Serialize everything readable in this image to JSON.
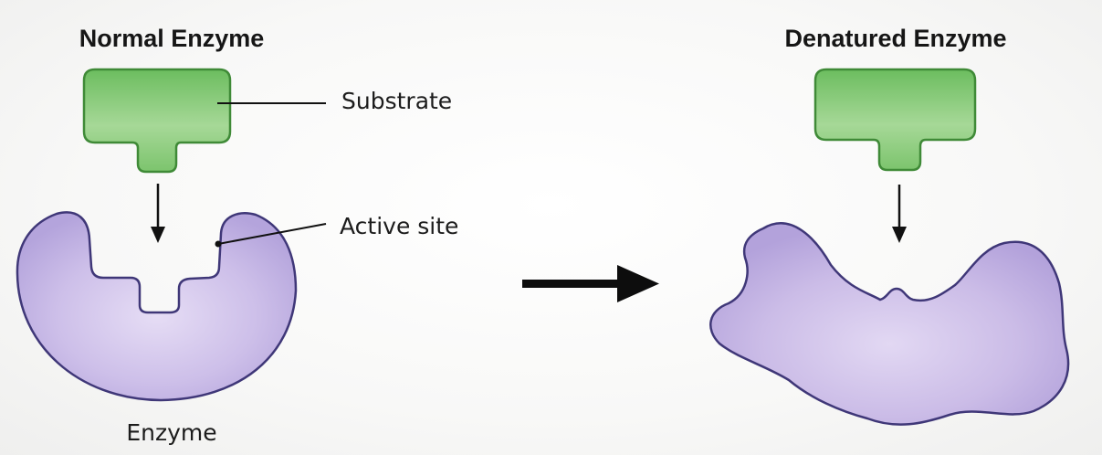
{
  "left_panel": {
    "title": "Normal Enzyme",
    "substrate_label": "Substrate",
    "active_site_label": "Active site",
    "enzyme_label": "Enzyme"
  },
  "right_panel": {
    "title": "Denatured Enzyme"
  },
  "colors": {
    "substrate_fill": "#8fcf7f",
    "substrate_stroke": "#3f8a37",
    "enzyme_fill": "#cdbfe8",
    "enzyme_stroke": "#3f3778",
    "arrow": "#0d0d0d",
    "text": "#161616"
  },
  "icons": {
    "transition_arrow": "arrow-right-icon",
    "binding_arrows": "arrow-down-icon"
  }
}
